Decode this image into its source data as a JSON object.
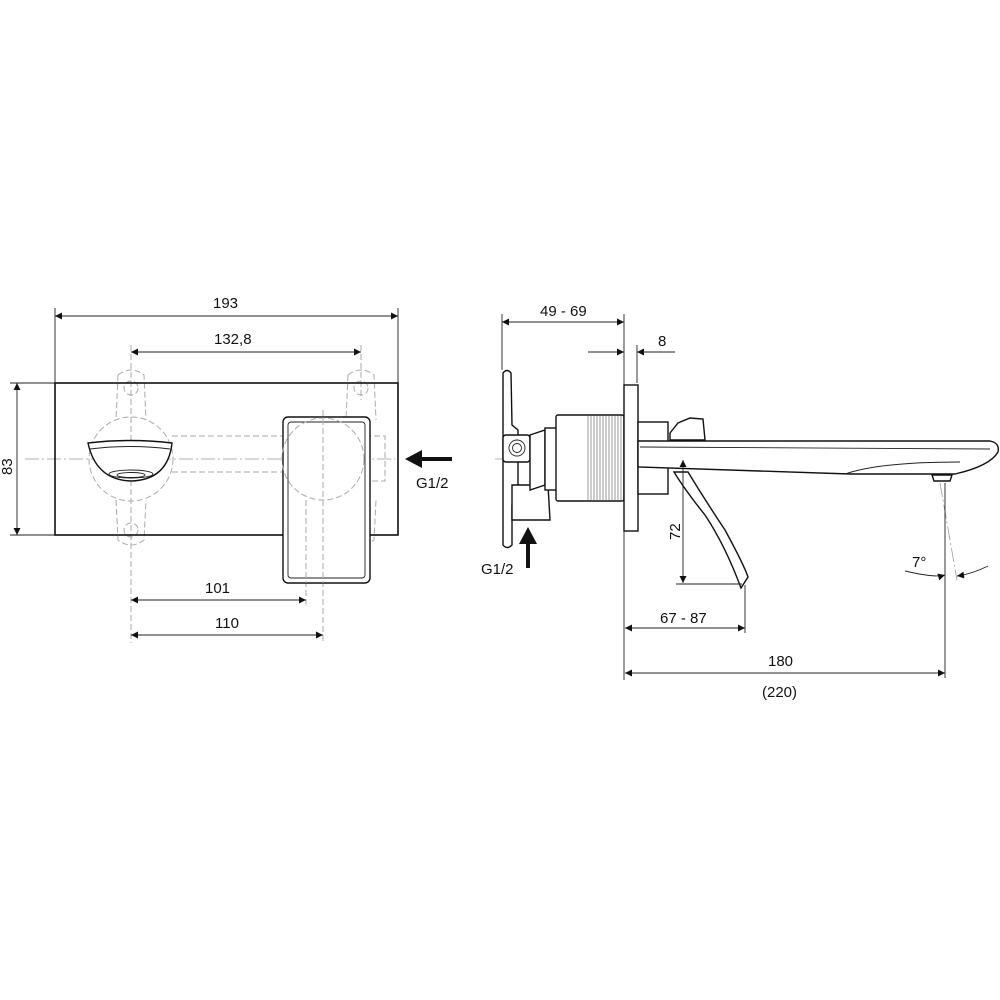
{
  "front_view": {
    "dims": {
      "width_total": "193",
      "hole_spacing": "132,8",
      "height": "83",
      "spout_to_handle_a": "101",
      "spout_to_handle_b": "110"
    },
    "inlet_label": "G1/2"
  },
  "side_view": {
    "dims": {
      "wall_depth": "49 - 69",
      "flange": "8",
      "lever_height": "72",
      "lever_projection": "67 - 87",
      "spout_projection": "180",
      "spout_projection_alt": "(220)",
      "spout_angle": "7°"
    },
    "inlet_label": "G1/2"
  }
}
